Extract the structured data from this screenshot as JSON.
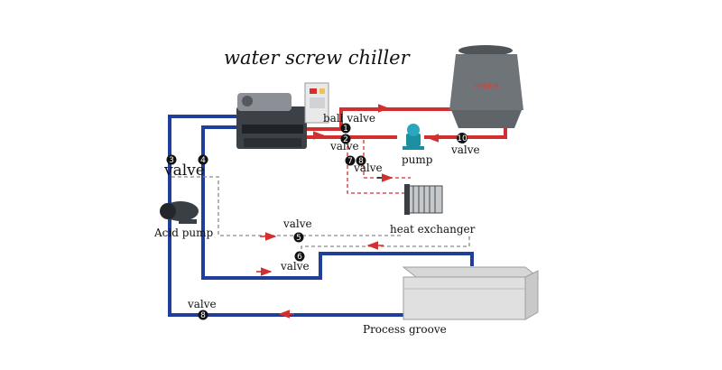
{
  "title": "water screw chiller",
  "labels": {
    "ball_valve": "ball valve",
    "valve_2": "valve",
    "pump": "pump",
    "valve_10": "valve",
    "valve_78": "valve",
    "valve_3": "valve",
    "acid_pump": "Acid pump",
    "valve_5": "valve",
    "heat_exchanger": "heat exchanger",
    "valve_6": "valve",
    "valve_8": "valve",
    "process_groove": "Process groove",
    "tower_sign": "冷却水塔"
  },
  "markers": {
    "m1": "1",
    "m2": "2",
    "m3": "3",
    "m4": "4",
    "m5": "5",
    "m6": "6",
    "m7": "7",
    "m8a": "8",
    "m8b": "8",
    "m10": "10"
  },
  "colors": {
    "hot_pipe": "#d32f2f",
    "cold_pipe": "#1f3f9a",
    "dashed_line": "#8a8a8a",
    "marker": "#111111",
    "tower_body": "#6e7478"
  }
}
